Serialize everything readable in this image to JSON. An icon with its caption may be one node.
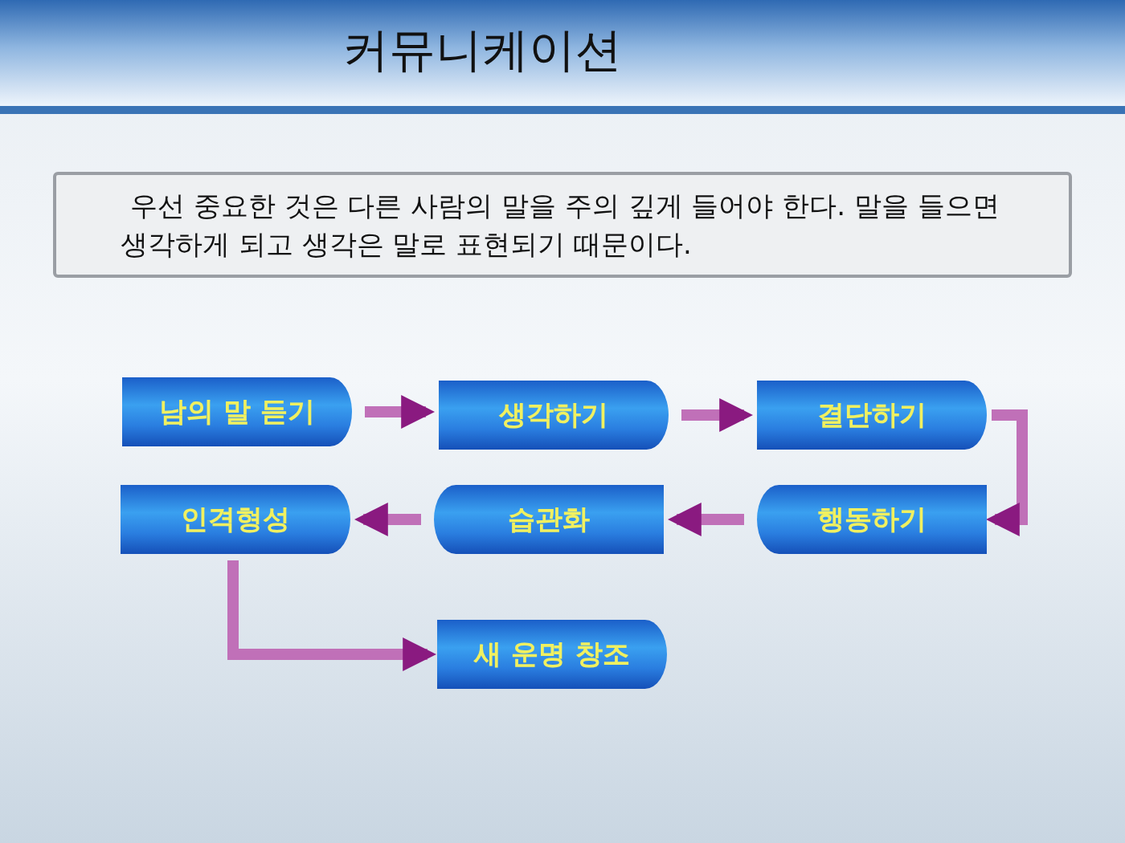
{
  "diagram": {
    "title": "커뮤니케이션",
    "nodes": [
      {
        "text": [
          "우선 중요한 것은 다른 사람의 말을 주의 깊게 들어야 한다. 말을 들으면 생각하게 되고 생각은 말로 표현되기 때문이다."
        ]
      },
      {
        "text": [
          "남의 말 듣기"
        ]
      },
      {
        "text": [
          "생각하기"
        ]
      },
      {
        "text": [
          "결단하기"
        ]
      },
      {
        "text": [
          "인격형성"
        ]
      },
      {
        "text": [
          "습관화"
        ]
      },
      {
        "text": [
          "행동하기"
        ]
      },
      {
        "text": [
          "새 운명 창조"
        ]
      }
    ],
    "edges": [
      {
        "from": 1,
        "to": 2,
        "arrow": "to"
      },
      {
        "from": 2,
        "to": 3,
        "arrow": "to"
      },
      {
        "from": 3,
        "to": 6,
        "arrow": "to"
      },
      {
        "from": 6,
        "to": 5,
        "arrow": "to"
      },
      {
        "from": 5,
        "to": 4,
        "arrow": "to"
      },
      {
        "from": 4,
        "to": 7,
        "arrow": "to"
      }
    ]
  }
}
